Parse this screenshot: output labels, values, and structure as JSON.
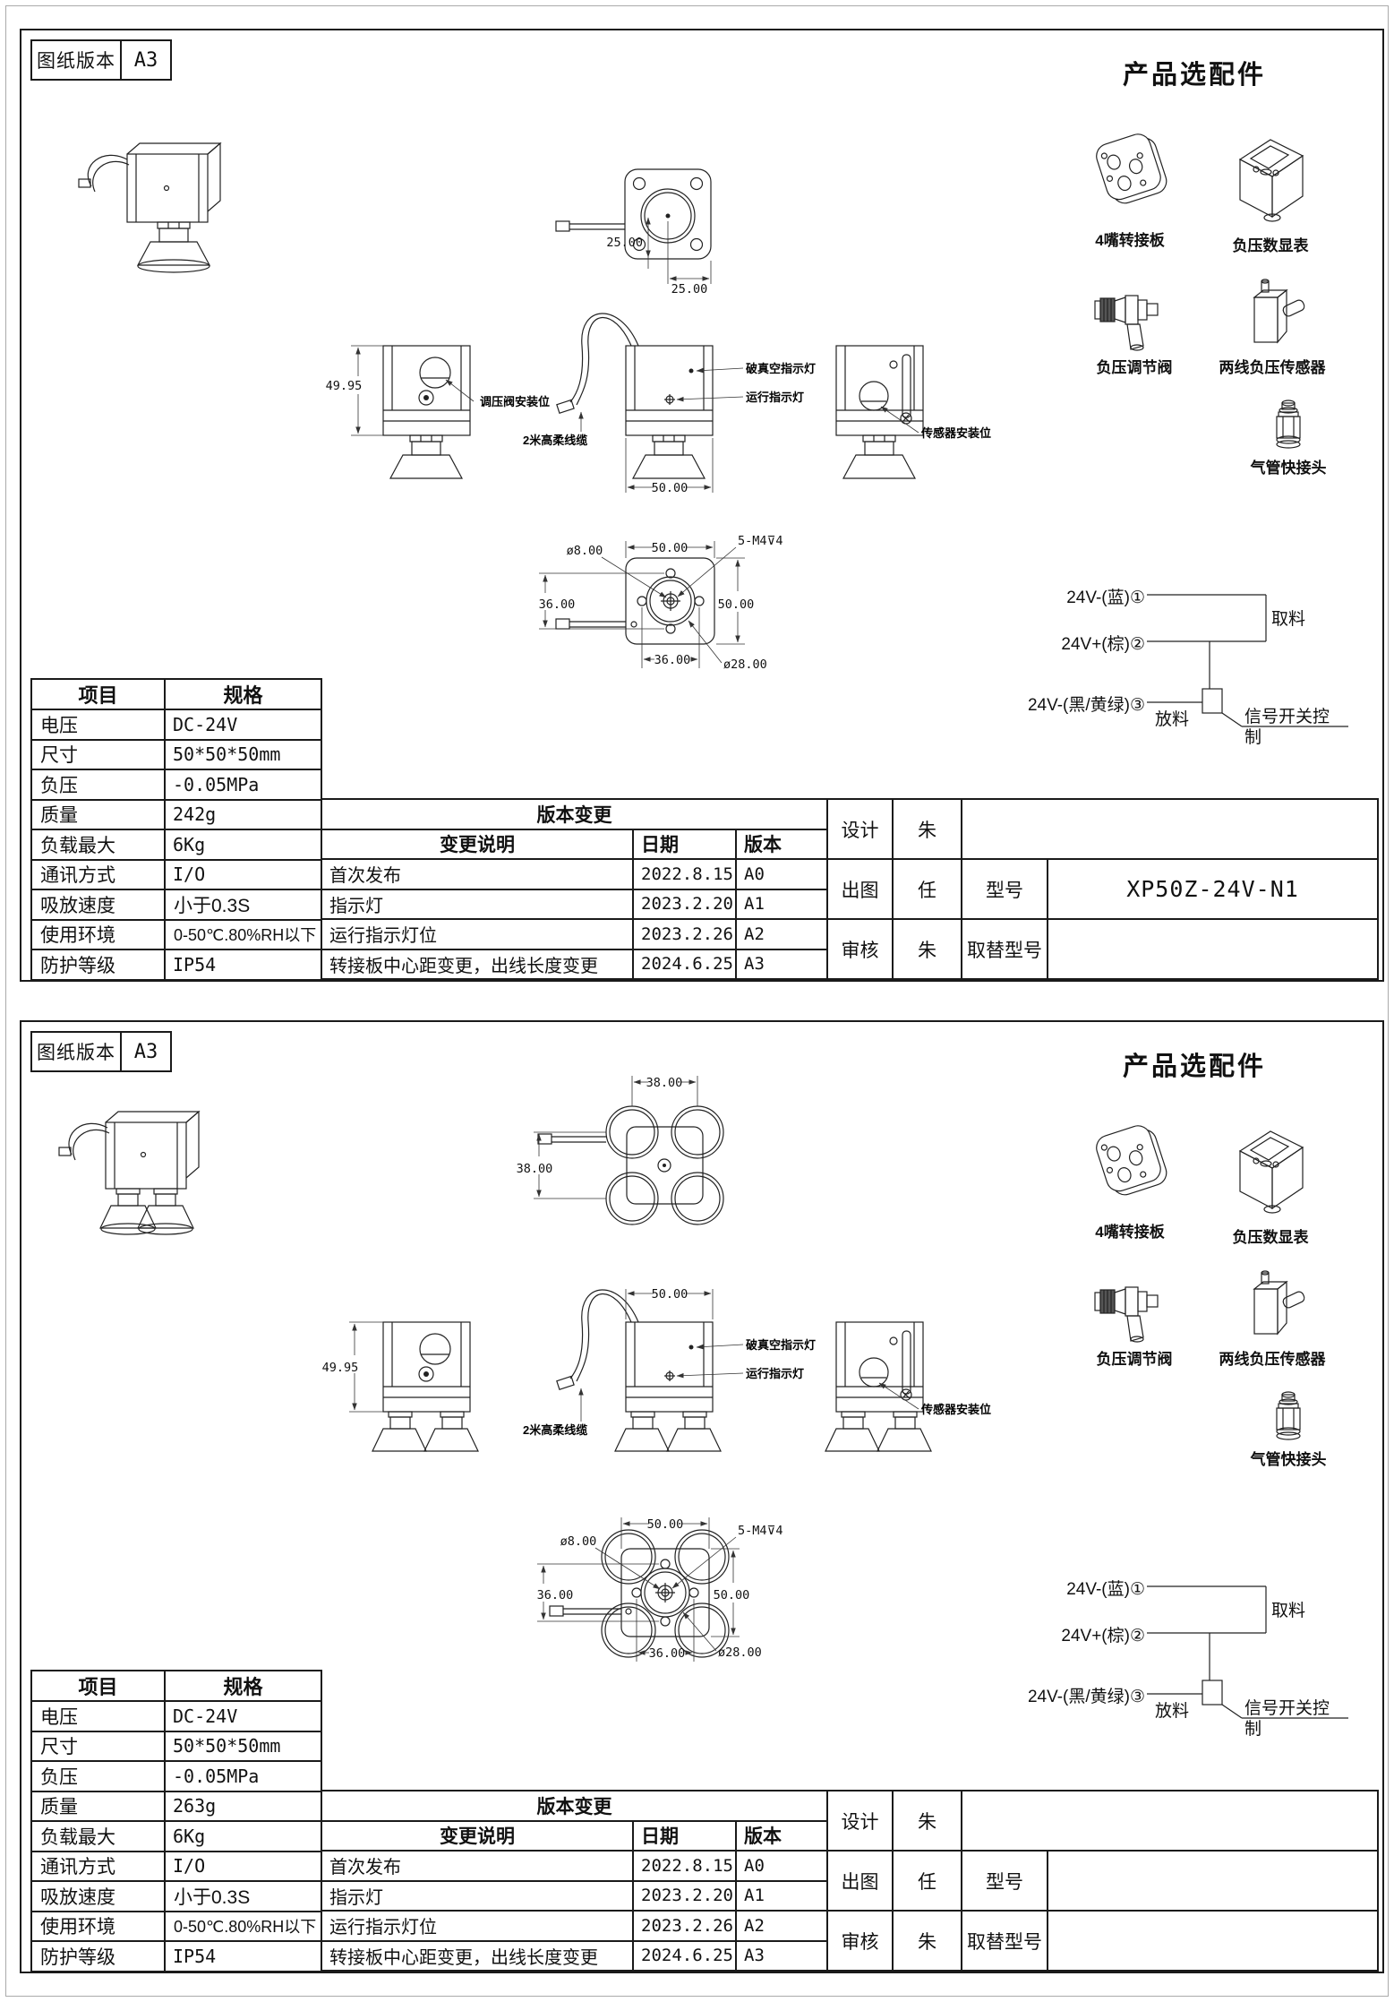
{
  "panels": [
    {
      "version_box": {
        "label": "图纸版本",
        "value": "A3"
      },
      "accessories": {
        "title": "产品选配件",
        "items": [
          "4嘴转接板",
          "负压数显表",
          "负压调节阀",
          "两线负压传感器",
          "气管快接头"
        ]
      },
      "drawing": {
        "top_view": {
          "v": "25.00",
          "h": "25.00"
        },
        "front_view": {
          "height": "49.95",
          "valve": "调压阀安装位"
        },
        "middle_view": {
          "cable": "2米高柔线缆",
          "break": "破真空指示灯",
          "run": "运行指示灯",
          "width": "50.00"
        },
        "right_view": {
          "sensor": "传感器安装位"
        },
        "bottom_view": {
          "d1": "ø8.00",
          "w": "50.00",
          "thread": "5-M4⊽4",
          "v36": "36.00",
          "h50": "50.00",
          "h36": "36.00",
          "d28": "ø28.00"
        }
      },
      "wiring": {
        "line1": "24V-(蓝)①",
        "line2": "24V+(棕)②",
        "line3": "24V-(黑/黄绿)③",
        "pick": "取料",
        "place": "放料",
        "switch": "信号开关控制"
      },
      "spec_table": {
        "headers": [
          "项目",
          "规格"
        ],
        "rows": [
          [
            "电压",
            "DC-24V"
          ],
          [
            "尺寸",
            "50*50*50mm"
          ],
          [
            "负压",
            "-0.05MPa"
          ],
          [
            "质量",
            "242g"
          ],
          [
            "负载最大",
            "6Kg"
          ],
          [
            "通讯方式",
            "I/O"
          ],
          [
            "吸放速度",
            "小于0.3S"
          ],
          [
            "使用环境",
            "0-50℃.80%RH以下"
          ],
          [
            "防护等级",
            "IP54"
          ]
        ]
      },
      "version_table": {
        "title": "版本变更",
        "headers": [
          "变更说明",
          "日期",
          "版本"
        ],
        "rows": [
          [
            "首次发布",
            "2022.8.15",
            "A0"
          ],
          [
            "指示灯",
            "2023.2.20",
            "A1"
          ],
          [
            "运行指示灯位",
            "2023.2.26",
            "A2"
          ],
          [
            "转接板中心距变更，出线长度变更",
            "2024.6.25",
            "A3"
          ]
        ]
      },
      "approval": {
        "design_label": "设计",
        "designer": "朱",
        "plot_label": "出图",
        "plotter": "任",
        "review_label": "审核",
        "reviewer": "朱",
        "model_label": "型号",
        "model": "XP50Z-24V-N1",
        "replace_label": "取替型号",
        "replace_model": ""
      }
    },
    {
      "version_box": {
        "label": "图纸版本",
        "value": "A3"
      },
      "accessories": {
        "title": "产品选配件",
        "items": [
          "4嘴转接板",
          "负压数显表",
          "负压调节阀",
          "两线负压传感器",
          "气管快接头"
        ]
      },
      "drawing": {
        "top_view": {
          "v": "38.00",
          "h": "38.00"
        },
        "front_view": {
          "height": "49.95"
        },
        "middle_view": {
          "cable": "2米高柔线缆",
          "break": "破真空指示灯",
          "run": "运行指示灯",
          "width": "50.00"
        },
        "right_view": {
          "sensor": "传感器安装位"
        },
        "bottom_view": {
          "d1": "ø8.00",
          "w": "50.00",
          "thread": "5-M4⊽4",
          "v36": "36.00",
          "h50": "50.00",
          "h36": "36.00",
          "d28": "ø28.00"
        }
      },
      "wiring": {
        "line1": "24V-(蓝)①",
        "line2": "24V+(棕)②",
        "line3": "24V-(黑/黄绿)③",
        "pick": "取料",
        "place": "放料",
        "switch": "信号开关控制"
      },
      "spec_table": {
        "headers": [
          "项目",
          "规格"
        ],
        "rows": [
          [
            "电压",
            "DC-24V"
          ],
          [
            "尺寸",
            "50*50*50mm"
          ],
          [
            "负压",
            "-0.05MPa"
          ],
          [
            "质量",
            "263g"
          ],
          [
            "负载最大",
            "6Kg"
          ],
          [
            "通讯方式",
            "I/O"
          ],
          [
            "吸放速度",
            "小于0.3S"
          ],
          [
            "使用环境",
            "0-50℃.80%RH以下"
          ],
          [
            "防护等级",
            "IP54"
          ]
        ]
      },
      "version_table": {
        "title": "版本变更",
        "headers": [
          "变更说明",
          "日期",
          "版本"
        ],
        "rows": [
          [
            "首次发布",
            "2022.8.15",
            "A0"
          ],
          [
            "指示灯",
            "2023.2.20",
            "A1"
          ],
          [
            "运行指示灯位",
            "2023.2.26",
            "A2"
          ],
          [
            "转接板中心距变更，出线长度变更",
            "2024.6.25",
            "A3"
          ]
        ]
      },
      "approval": {
        "design_label": "设计",
        "designer": "朱",
        "plot_label": "出图",
        "plotter": "任",
        "review_label": "审核",
        "reviewer": "朱",
        "model_label": "型号",
        "model": "",
        "replace_label": "取替型号",
        "replace_model": ""
      }
    }
  ]
}
